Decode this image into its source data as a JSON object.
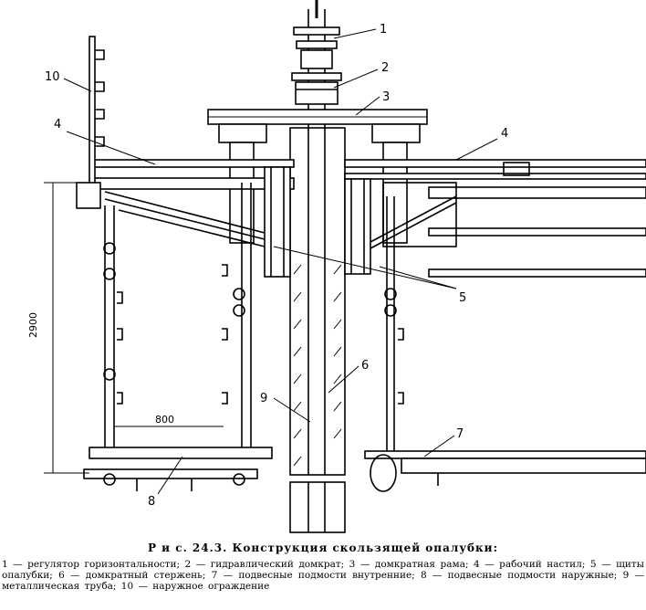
{
  "figure": {
    "callouts": [
      "1",
      "2",
      "3",
      "4",
      "4",
      "5",
      "6",
      "7",
      "8",
      "9",
      "10"
    ],
    "dimensions": {
      "height": "2900",
      "width": "800"
    }
  },
  "caption": {
    "title": "Р и с. 24.3. Конструкция скользящей опалубки:",
    "legend": "1 — регулятор горизонтальности; 2 — гидравлический домкрат; 3 — домкратная рама; 4 — рабочий настил; 5 — щиты опалубки; 6 — домкратный стержень; 7 — подвесные подмости внутренние; 8 — подвесные подмости наружные; 9 — металлическая труба; 10 — наружное ограждение"
  }
}
